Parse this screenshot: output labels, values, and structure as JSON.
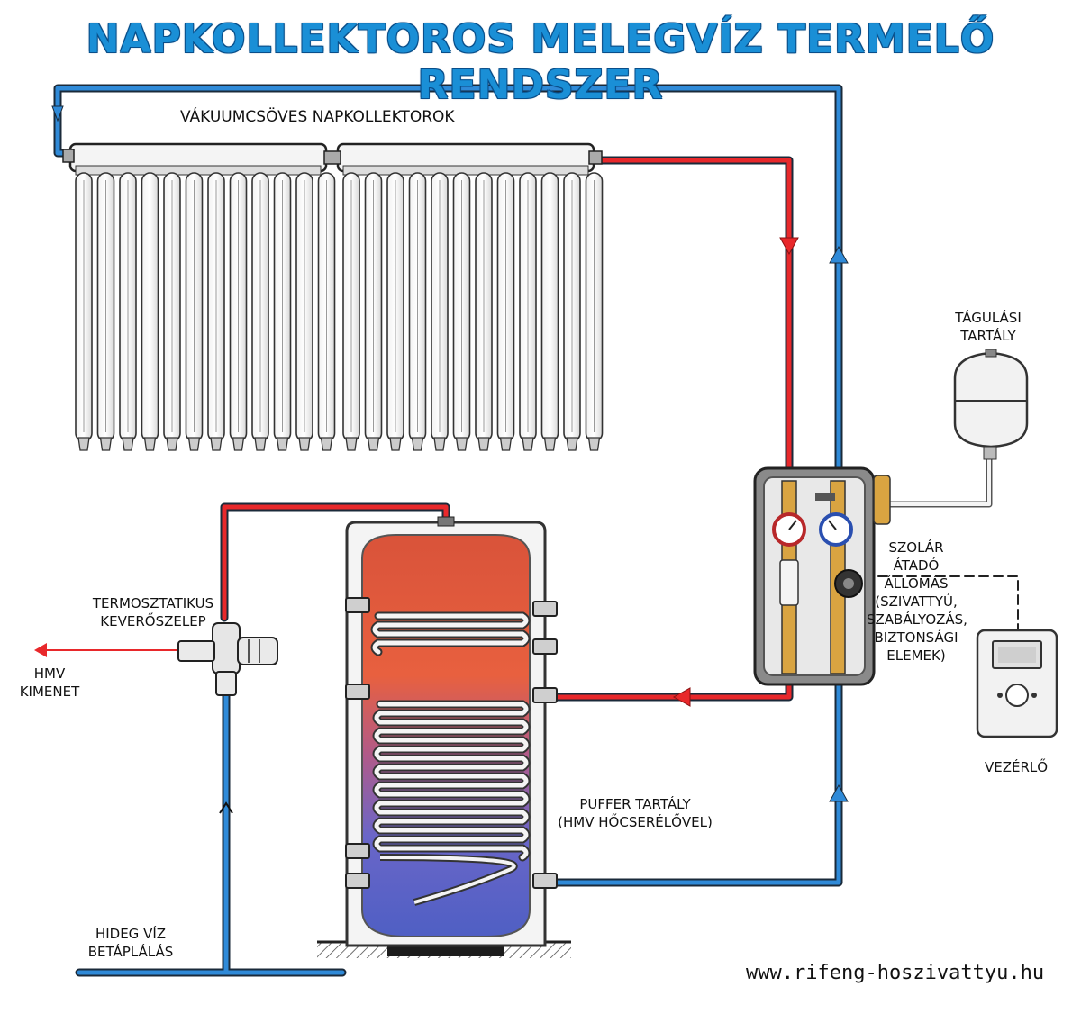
{
  "title": "NAPKOLLEKTOROS MELEGVÍZ TERMELŐ RENDSZER",
  "labels": {
    "collectors": "VÁKUUMCSÖVES NAPKOLLEKTOROK",
    "expansion_tank": [
      "TÁGULÁSI",
      "TARTÁLY"
    ],
    "solar_station": [
      "SZOLÁR",
      "ÁTADÓ",
      "ÁLLOMÁS",
      "(SZIVATTYÚ,",
      "SZABÁLYOZÁS,",
      "BIZTONSÁGI",
      "ELEMEK)"
    ],
    "controller": "VEZÉRLŐ",
    "mixing_valve": [
      "TERMOSZTATIKUS",
      "KEVERŐSZELEP"
    ],
    "hot_water_out": [
      "HMV",
      "KIMENET"
    ],
    "buffer_tank": [
      "PUFFER TARTÁLY",
      "(HMV HŐCSERÉLŐVEL)"
    ],
    "cold_water": [
      "HIDEG VÍZ",
      "BETÁPLÁLÁS"
    ]
  },
  "website": "www.rifeng-hoszivattyu.hu",
  "colors": {
    "hot_pipe": "#e8282b",
    "cold_pipe": "#2f8ad8",
    "title": "#1a8fd6",
    "tank_top": "#d9533a",
    "tank_bottom": "#5a63c9"
  }
}
